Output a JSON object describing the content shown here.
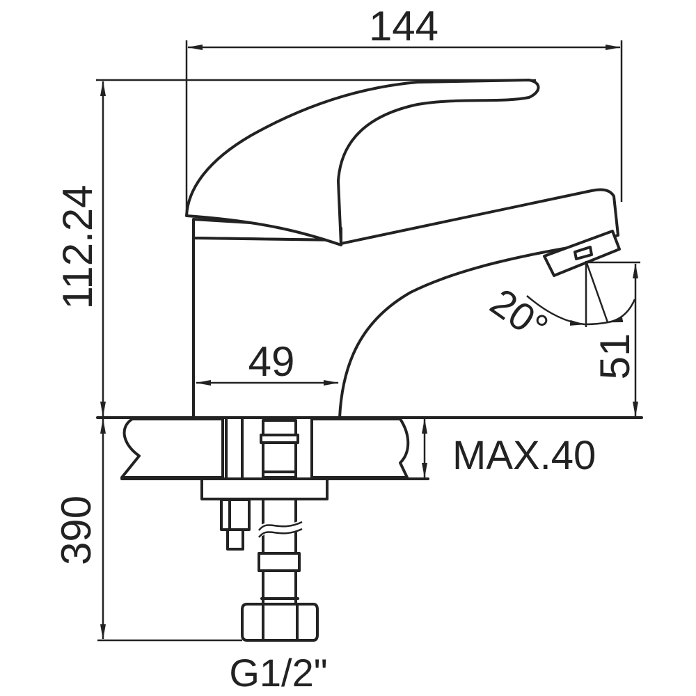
{
  "title": "Single-lever basin mixer dimension drawing",
  "dimensions": {
    "overall_width": "144",
    "overall_height": "112.24",
    "body_to_spout": "49",
    "spout_height": "51",
    "spout_angle": "20°",
    "max_counter_thickness": "MAX.40",
    "hose_length": "390",
    "connection_thread": "G1/2\""
  },
  "colors": {
    "line": "#222222",
    "background": "#ffffff"
  }
}
